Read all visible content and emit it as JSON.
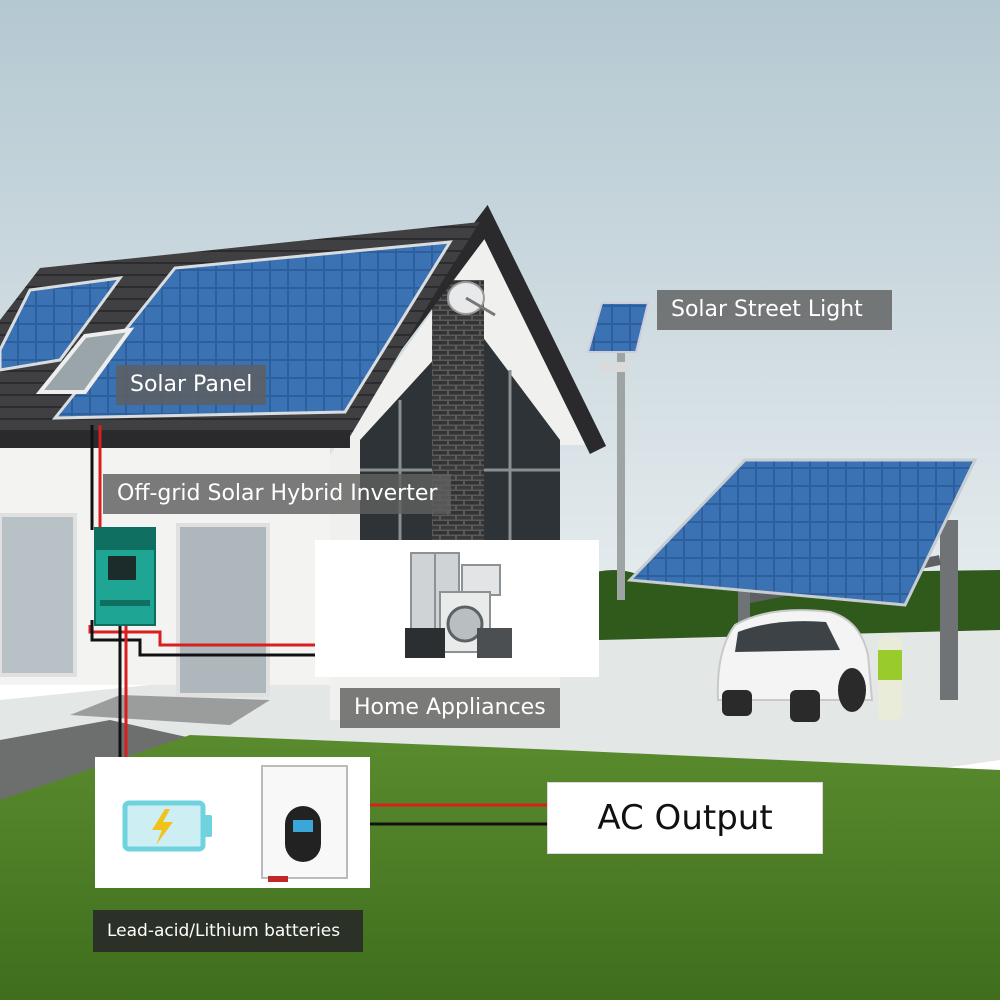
{
  "labels": {
    "solar_panel": "Solar Panel",
    "street_light": "Solar Street Light",
    "inverter": "Off-grid Solar Hybrid Inverter",
    "home_appliances": "Home Appliances",
    "ac_output": "AC Output",
    "batteries": "Lead-acid/Lithium batteries"
  },
  "colors": {
    "sky_top": "#b7cad2",
    "sky_bottom": "#e6ecee",
    "grass": "#4d7d26",
    "wire_red": "#d81f1f",
    "wire_black": "#111111",
    "inverter_teal": "#1fa593",
    "panel_blue": "#2b5d9a",
    "roof_dark": "#3b3b3d",
    "house_white": "#f3f3f1"
  }
}
